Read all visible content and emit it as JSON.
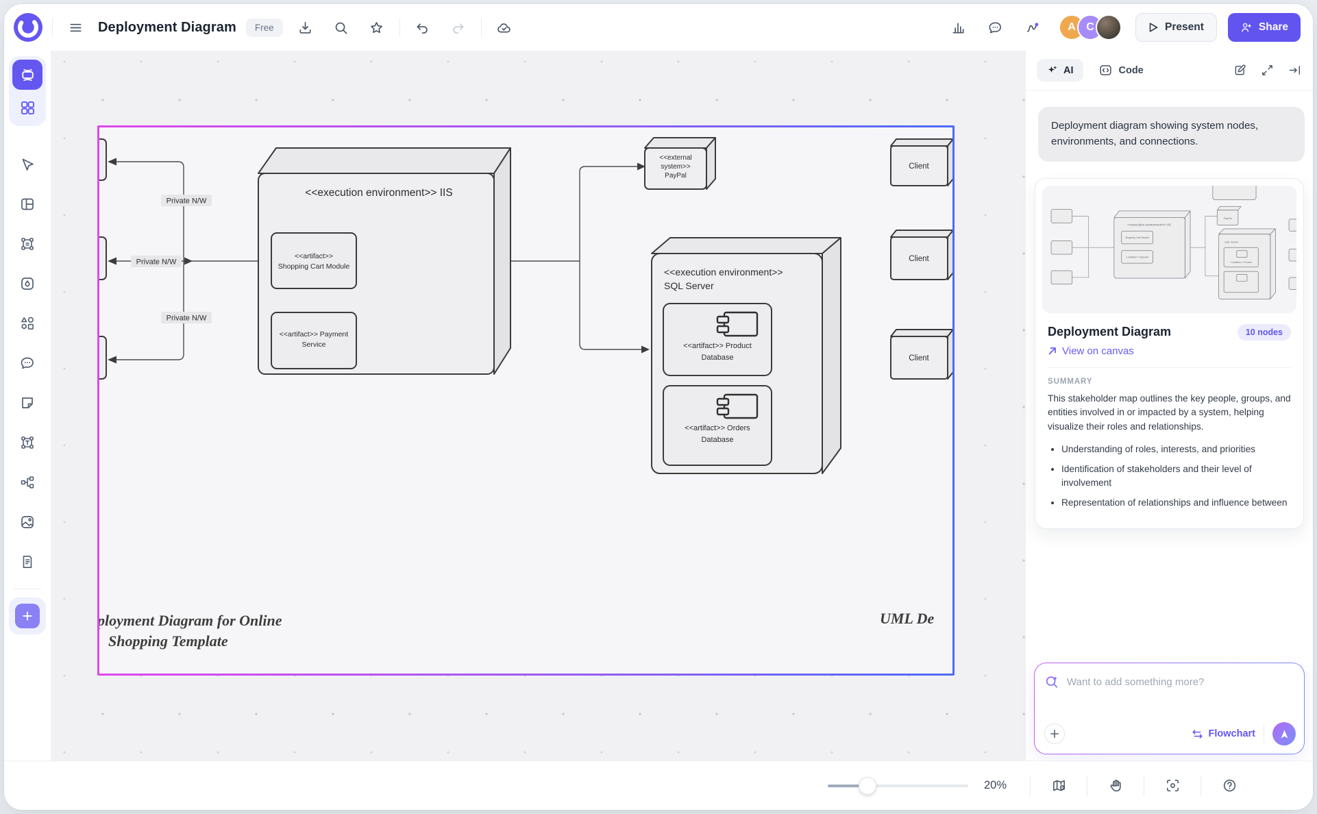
{
  "topbar": {
    "title": "Deployment Diagram",
    "plan_badge": "Free",
    "present_label": "Present",
    "share_label": "Share",
    "avatars": [
      {
        "initial": "A",
        "color": "#f0a84f"
      },
      {
        "initial": "C",
        "color": "#a78bfa"
      }
    ]
  },
  "right_panel": {
    "tabs": {
      "ai_label": "AI",
      "code_label": "Code"
    },
    "chat_bubble": "Deployment diagram showing system nodes, environments, and connections.",
    "card": {
      "title": "Deployment Diagram",
      "nodes_badge": "10 nodes",
      "link_label": "View on canvas",
      "summary_label": "SUMMARY",
      "summary_text": "This stakeholder map outlines the key people, groups, and entities involved in or impacted by a system, helping visualize their roles and relationships.",
      "bullets": [
        "Understanding of roles, interests, and priorities",
        "Identification of stakeholders and their level of involvement",
        "Representation of relationships and influence between"
      ]
    },
    "chat_input": {
      "placeholder": "Want to add something more?",
      "mode_label": "Flowchart"
    }
  },
  "canvas": {
    "zoom_level": "20%"
  },
  "diagram": {
    "iis_title": "<<execution environment>> IIS",
    "iis_art1_l1": "<<artifact>>",
    "iis_art1_l2": "Shopping Cart Module",
    "iis_art2_l1": "<<artifact>> Payment",
    "iis_art2_l2": "Service",
    "paypal_l1": "<<external",
    "paypal_l2": "system>>",
    "paypal_l3": "PayPal",
    "sql_l1": "<<execution environment>>",
    "sql_l2": "SQL Server",
    "sql_art1_l1": "<<artifact>> Product",
    "sql_art1_l2": "Database",
    "sql_art2_l1": "<<artifact>> Orders",
    "sql_art2_l2": "Database",
    "clients": [
      "Client",
      "Client",
      "Client"
    ],
    "net_labels": [
      "Private N/W",
      "Private N/W",
      "Private N/W"
    ],
    "caption_left1": "ployment Diagram for Online",
    "caption_left2": "Shopping Template",
    "caption_right": "UML De"
  },
  "colors": {
    "accent": "#6357f0",
    "frame_left": "#e146ee",
    "frame_right": "#4d6bf8"
  }
}
